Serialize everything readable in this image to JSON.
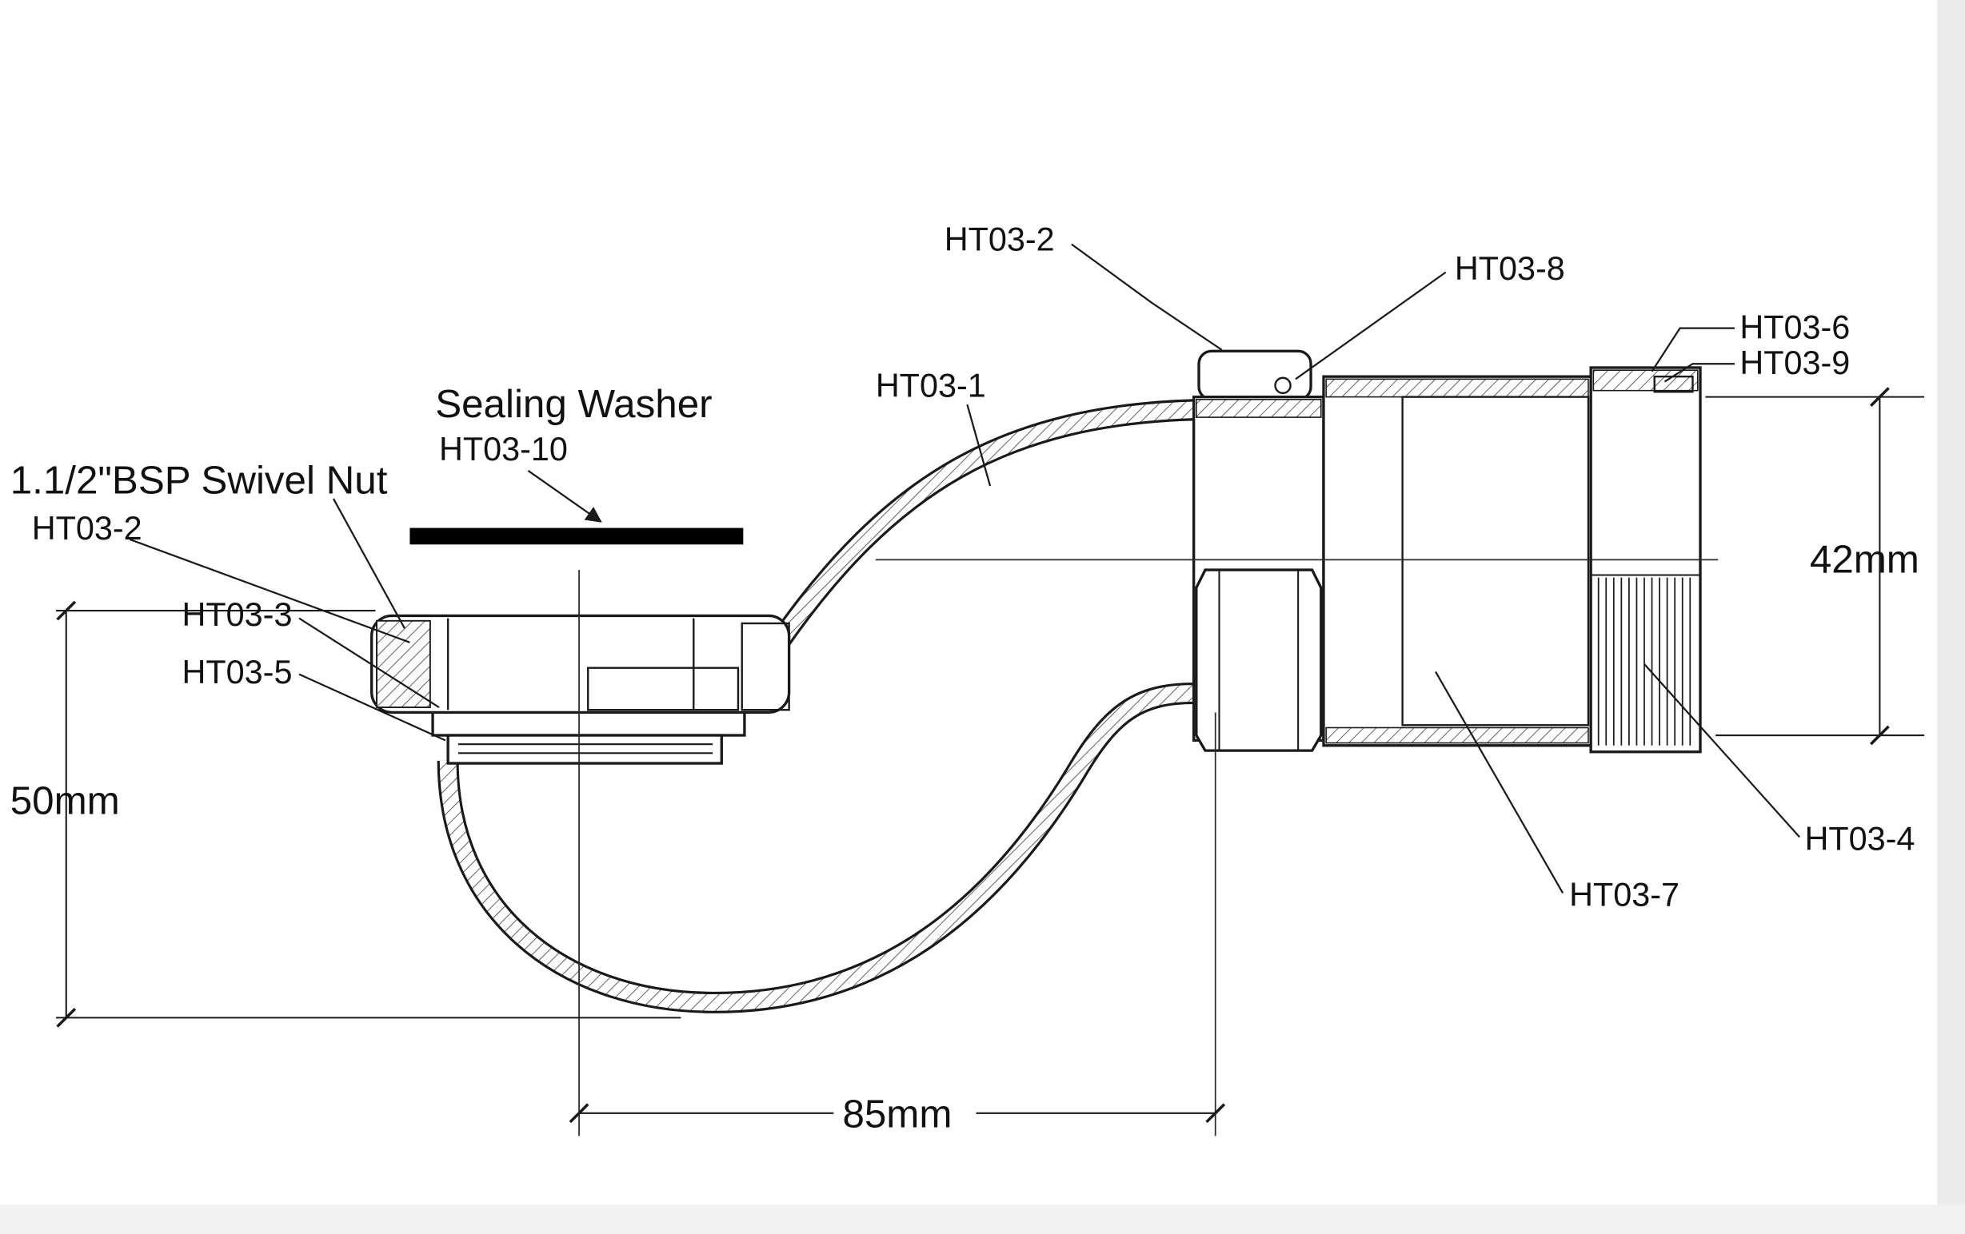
{
  "drawing": {
    "labels": {
      "ht03_1": "HT03-1",
      "ht03_2_top": "HT03-2",
      "ht03_3": "HT03-3",
      "ht03_4": "HT03-4",
      "ht03_5": "HT03-5",
      "ht03_6": "HT03-6",
      "ht03_7": "HT03-7",
      "ht03_8": "HT03-8",
      "ht03_9": "HT03-9"
    },
    "callouts": {
      "sealing_washer": {
        "title": "Sealing Washer",
        "part": "HT03-10"
      },
      "swivel_nut": {
        "title": "1.1/2\"BSP Swivel Nut",
        "part": "HT03-2"
      }
    },
    "dimensions": {
      "left_height": "50mm",
      "right_height": "42mm",
      "bottom_width": "85mm"
    },
    "colors": {
      "line": "#1a1a1a",
      "washer": "#000000",
      "background": "#ffffff"
    }
  }
}
